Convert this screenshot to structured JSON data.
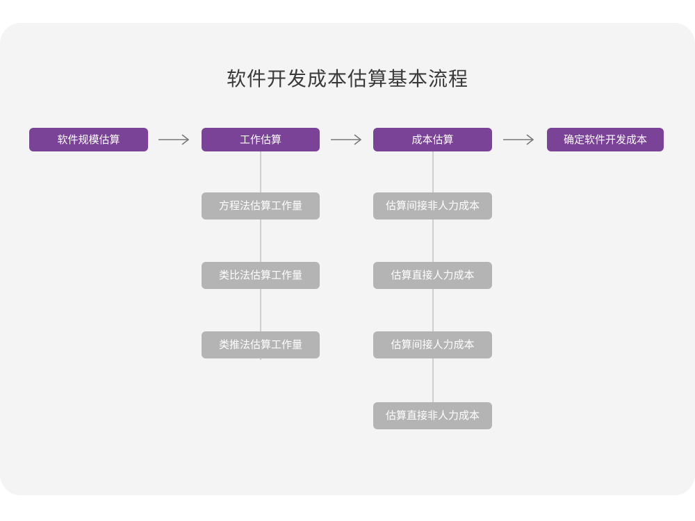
{
  "page": {
    "title": "软件开发成本估算基本流程",
    "background_color": "#ffffff",
    "panel_color": "#f4f4f5"
  },
  "colors": {
    "primary": "#7b4397",
    "secondary": "#b4b4b4",
    "connector": "#cfcfcf",
    "title_text": "#3a3a3a",
    "node_text": "#ffffff"
  },
  "diagram": {
    "type": "flowchart",
    "orientation": "left-to-right with vertical sub-branches",
    "main_steps": [
      {
        "id": "step1",
        "label": "软件规模估算",
        "style": "primary"
      },
      {
        "id": "step2",
        "label": "工作估算",
        "style": "primary"
      },
      {
        "id": "step3",
        "label": "成本估算",
        "style": "primary"
      },
      {
        "id": "step4",
        "label": "确定软件开发成本",
        "style": "primary"
      }
    ],
    "connectors": [
      {
        "id": "arrow1",
        "from": "step1",
        "to": "step2",
        "icon": "arrow-right-icon"
      },
      {
        "id": "arrow2",
        "from": "step2",
        "to": "step3",
        "icon": "arrow-right-icon"
      },
      {
        "id": "arrow3",
        "from": "step3",
        "to": "step4",
        "icon": "arrow-right-icon"
      }
    ],
    "branches": [
      {
        "id": "branch-work-estimation",
        "parent": "step2",
        "items": [
          {
            "id": "b1-1",
            "label": "方程法估算工作量",
            "style": "secondary"
          },
          {
            "id": "b1-2",
            "label": "类比法估算工作量",
            "style": "secondary"
          },
          {
            "id": "b1-3",
            "label": "类推法估算工作量",
            "style": "secondary"
          }
        ]
      },
      {
        "id": "branch-cost-estimation",
        "parent": "step3",
        "items": [
          {
            "id": "b2-1",
            "label": "估算间接非人力成本",
            "style": "secondary"
          },
          {
            "id": "b2-2",
            "label": "估算直接人力成本",
            "style": "secondary"
          },
          {
            "id": "b2-3",
            "label": "估算间接人力成本",
            "style": "secondary"
          },
          {
            "id": "b2-4",
            "label": "估算直接非人力成本",
            "style": "secondary"
          }
        ]
      }
    ]
  }
}
